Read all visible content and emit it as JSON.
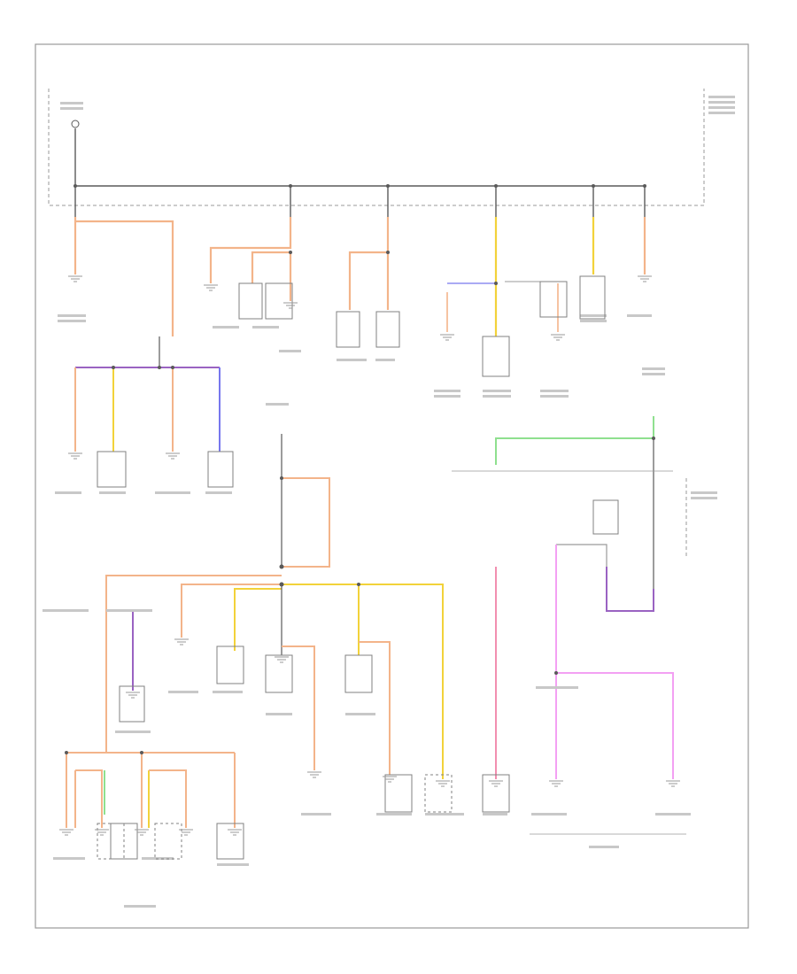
{
  "colors": {
    "border": "#9a9a9a",
    "wire_black": "#5a5a5a",
    "wire_orange": "#f3b48a",
    "wire_yellow": "#f2d23a",
    "wire_purple": "#9a63c2",
    "wire_blue": "#7777ee",
    "wire_green": "#8fe08f",
    "wire_pink": "#f3a0f3",
    "wire_redpink": "#f28fb0",
    "wire_gray": "#9a9a9a",
    "component": "#808080"
  },
  "components": [
    {
      "id": "c1",
      "type": "box",
      "label": ""
    },
    {
      "id": "c2",
      "type": "box",
      "label": ""
    },
    {
      "id": "c3",
      "type": "box",
      "label": ""
    },
    {
      "id": "c4",
      "type": "box",
      "label": ""
    },
    {
      "id": "c5",
      "type": "box",
      "label": ""
    },
    {
      "id": "c6",
      "type": "box",
      "label": ""
    },
    {
      "id": "c7",
      "type": "box",
      "label": ""
    },
    {
      "id": "c8",
      "type": "box",
      "label": ""
    },
    {
      "id": "c9",
      "type": "box",
      "label": ""
    },
    {
      "id": "c10",
      "type": "box",
      "label": ""
    },
    {
      "id": "c11",
      "type": "box",
      "label": ""
    },
    {
      "id": "c12",
      "type": "box",
      "label": ""
    },
    {
      "id": "c13",
      "type": "box",
      "label": ""
    },
    {
      "id": "c14",
      "type": "box",
      "label": ""
    },
    {
      "id": "c15",
      "type": "box",
      "label": ""
    },
    {
      "id": "c16",
      "type": "box",
      "label": ""
    },
    {
      "id": "c17",
      "type": "box",
      "label": ""
    },
    {
      "id": "c18",
      "type": "box",
      "label": ""
    },
    {
      "id": "c19",
      "type": "dashbox",
      "label": ""
    },
    {
      "id": "c20",
      "type": "dashbox",
      "label": ""
    },
    {
      "id": "c21",
      "type": "dashbox",
      "label": ""
    }
  ],
  "ground_count": 22,
  "page_marker": ""
}
